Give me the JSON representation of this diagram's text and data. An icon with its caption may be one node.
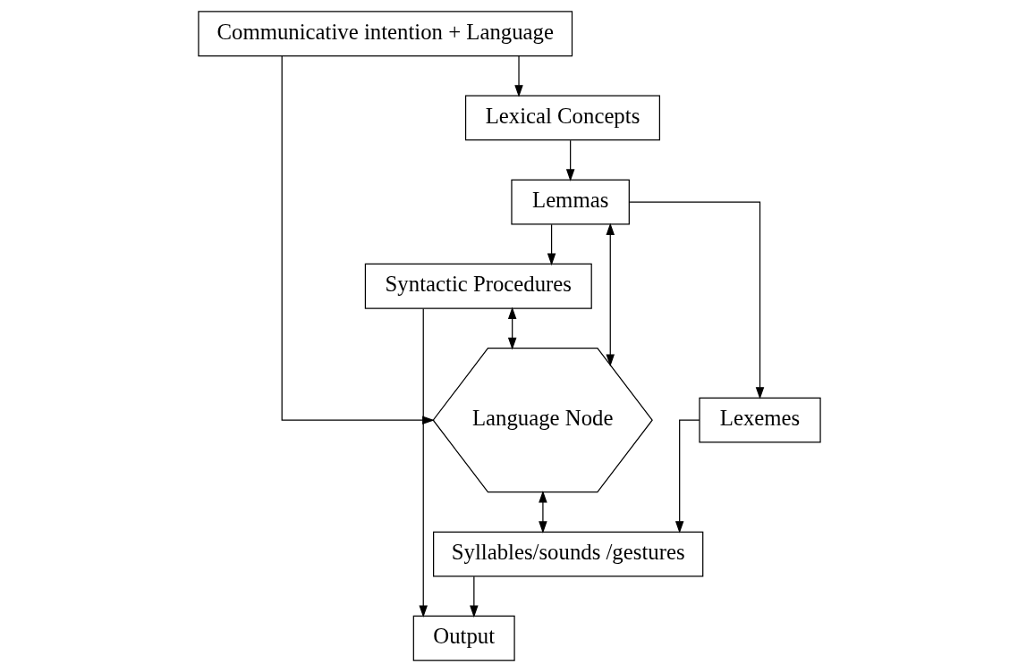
{
  "diagram": {
    "nodes": [
      {
        "text": [
          "Communicative intention + Language"
        ]
      },
      {
        "text": [
          "Lexical Concepts"
        ]
      },
      {
        "text": [
          "Lemmas"
        ]
      },
      {
        "text": [
          "Lexemes"
        ]
      },
      {
        "text": [
          "Syllables/sounds /gestures"
        ]
      },
      {
        "text": [
          "Output"
        ]
      },
      {
        "text": [
          "Syntactic Procedures"
        ]
      },
      {
        "text": [
          "Language Node"
        ]
      }
    ],
    "edges": [
      {
        "from": 0,
        "to": 7,
        "arrow": "to"
      },
      {
        "from": 0,
        "to": 1,
        "arrow": "to"
      },
      {
        "from": 1,
        "to": 2,
        "arrow": "to"
      },
      {
        "from": 7,
        "to": 2,
        "arrow": "both"
      },
      {
        "from": 2,
        "to": 6,
        "arrow": "to"
      },
      {
        "from": 6,
        "to": 7,
        "arrow": "both"
      },
      {
        "from": 2,
        "to": 3,
        "arrow": "to"
      },
      {
        "from": 3,
        "to": 4,
        "arrow": "to"
      },
      {
        "from": 4,
        "to": 5,
        "arrow": "to"
      },
      {
        "from": 7,
        "to": 4,
        "arrow": "both"
      },
      {
        "from": 6,
        "to": 5,
        "arrow": "to"
      }
    ]
  }
}
